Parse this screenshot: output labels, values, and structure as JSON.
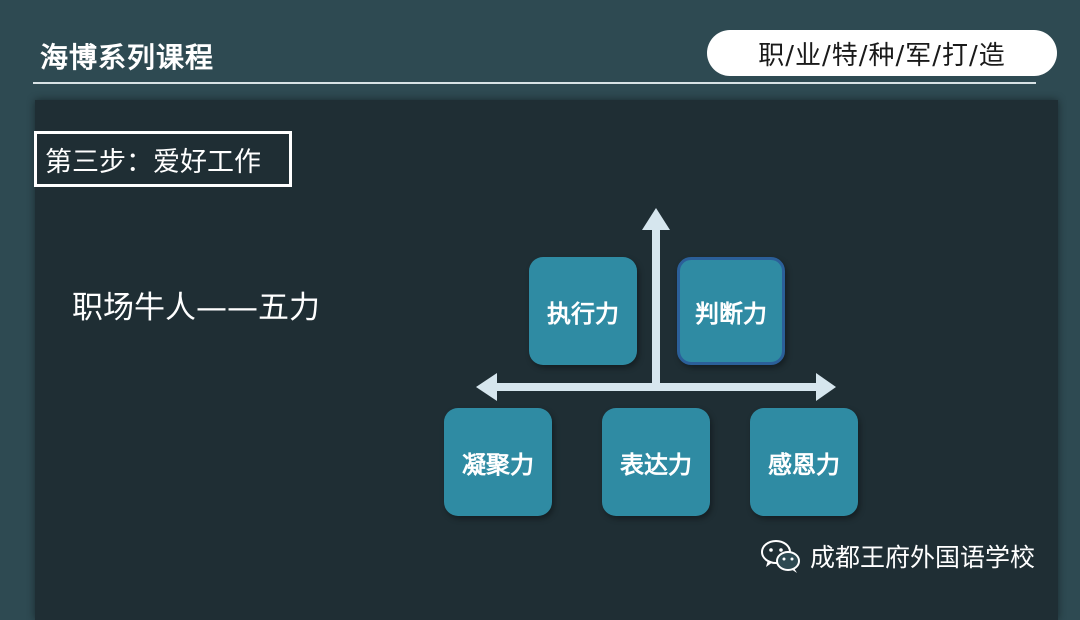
{
  "header": {
    "course_title": "海博系列课程",
    "tagline": "职/业/特/种/军/打/造"
  },
  "step": {
    "label": "第三步：爱好工作"
  },
  "main": {
    "subtitle": "职场牛人——五力"
  },
  "diagram": {
    "tiles": {
      "execution": "执行力",
      "judgment": "判断力",
      "cohesion": "凝聚力",
      "expression": "表达力",
      "gratitude": "感恩力"
    }
  },
  "footer": {
    "icon": "wechat-icon",
    "school": "成都王府外国语学校"
  },
  "colors": {
    "background": "#2e4a52",
    "panel": "#1f2e34",
    "tile": "#2f8ba3",
    "tile_highlight_border": "#2b5f99",
    "arrow": "#d6e6ee"
  }
}
